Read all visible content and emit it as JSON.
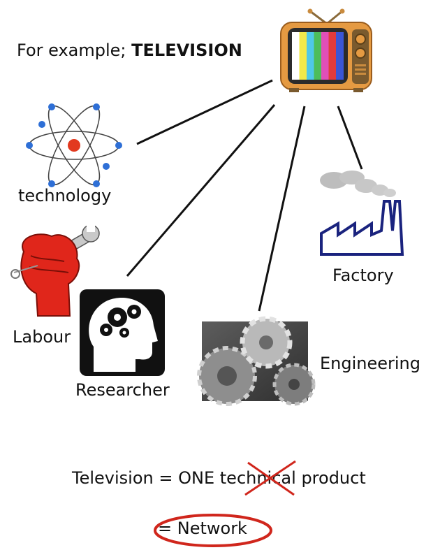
{
  "header": {
    "prefix": "For example; ",
    "subject": "TELEVISION"
  },
  "nodes": {
    "technology": "technology",
    "labour": "Labour",
    "researcher": "Researcher",
    "engineering": "Engineering",
    "factory": "Factory"
  },
  "equation": {
    "lhs": "Television",
    "eq": "=",
    "one": "ONE",
    "struck": "technical",
    "product": "product"
  },
  "conclusion": {
    "eq": "=",
    "word": "Network"
  },
  "icons": {
    "tv": "television-icon",
    "atom": "atom-icon",
    "fist": "fist-wrench-icon",
    "head": "head-gears-icon",
    "gears": "gears-photo",
    "factory": "factory-icon"
  },
  "colors": {
    "fist": "#e0261b",
    "factory": "#1a237e",
    "network_circle": "#d0261c",
    "strike": "#d0261c",
    "atom_electron": "#2e6fd6",
    "atom_nucleus": "#e2391f"
  }
}
